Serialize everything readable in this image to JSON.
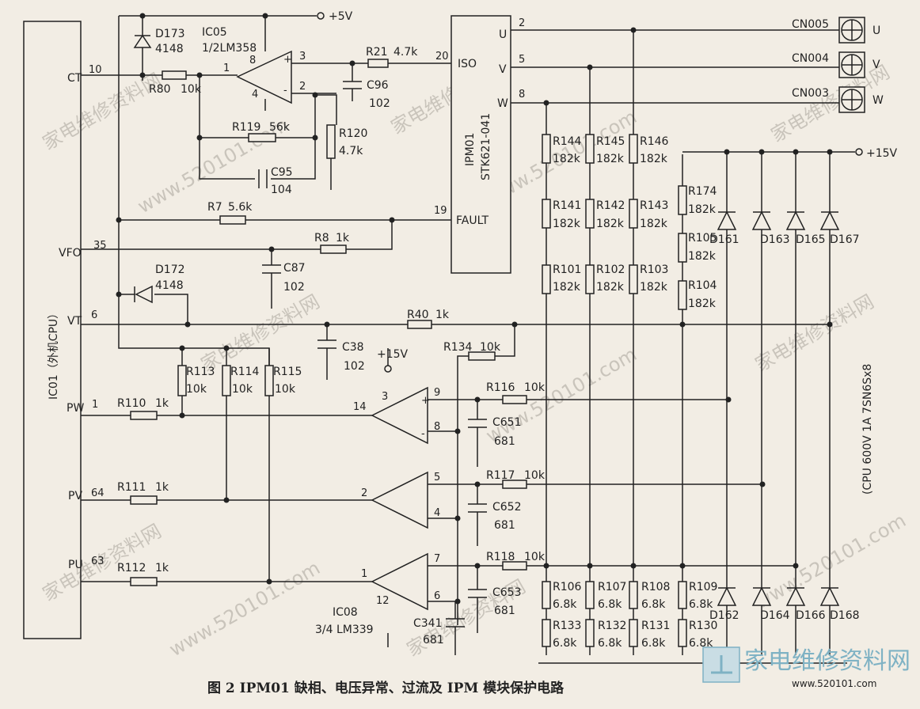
{
  "caption": "图 2 IPM01 缺相、电压异常、过流及 IPM 模块保护电路",
  "power": {
    "v5": "+5V",
    "v15_right": "+15V",
    "v15_comp": "+15V"
  },
  "cpu": {
    "label": "IC01（外机CPU）",
    "pins": [
      {
        "name": "CT",
        "num": "10"
      },
      {
        "name": "VFO",
        "num": "35"
      },
      {
        "name": "VT",
        "num": "6"
      },
      {
        "name": "PW",
        "num": "1"
      },
      {
        "name": "PV",
        "num": "64"
      },
      {
        "name": "PU",
        "num": "63"
      }
    ]
  },
  "ic05": {
    "name": "IC05",
    "part": "1/2LM358",
    "pins": [
      "8",
      "3",
      "1",
      "4",
      "2"
    ],
    "plus": "+",
    "minus": "-"
  },
  "ic08": {
    "name": "IC08",
    "part": "3/4 LM339",
    "pins": [
      "3",
      "14",
      "9",
      "8",
      "2",
      "5",
      "4",
      "1",
      "7",
      "6",
      "12"
    ]
  },
  "ipm": {
    "name": "IPM01",
    "part": "STK621-041",
    "pins": [
      {
        "name": "U",
        "num": "2"
      },
      {
        "name": "V",
        "num": "5"
      },
      {
        "name": "W",
        "num": "8"
      },
      {
        "name": "ISO",
        "num": "20"
      },
      {
        "name": "FAULT",
        "num": "19"
      }
    ]
  },
  "connectors": [
    {
      "name": "CN005",
      "phase": "U"
    },
    {
      "name": "CN004",
      "phase": "V"
    },
    {
      "name": "CN003",
      "phase": "W"
    }
  ],
  "parts": {
    "D173": [
      "D173",
      "4148"
    ],
    "D172": [
      "D172",
      "4148"
    ],
    "R80": [
      "R80",
      "10k"
    ],
    "R21": [
      "R21",
      "4.7k"
    ],
    "C96": [
      "C96",
      "102"
    ],
    "R119": [
      "R119",
      "56k"
    ],
    "R120": [
      "R120",
      "4.7k"
    ],
    "C95": [
      "C95",
      "104"
    ],
    "R7": [
      "R7",
      "5.6k"
    ],
    "R8": [
      "R8",
      "1k"
    ],
    "C87": [
      "C87",
      "102"
    ],
    "R40": [
      "R40",
      "1k"
    ],
    "C38": [
      "C38",
      "102"
    ],
    "R134": [
      "R134",
      "10k"
    ],
    "R113": [
      "R113",
      "10k"
    ],
    "R114": [
      "R114",
      "10k"
    ],
    "R115": [
      "R115",
      "10k"
    ],
    "R110": [
      "R110",
      "1k"
    ],
    "R111": [
      "R111",
      "1k"
    ],
    "R112": [
      "R112",
      "1k"
    ],
    "R116": [
      "R116",
      "10k"
    ],
    "R117": [
      "R117",
      "10k"
    ],
    "R118": [
      "R118",
      "10k"
    ],
    "C651": [
      "C651",
      "681"
    ],
    "C652": [
      "C652",
      "681"
    ],
    "C653": [
      "C653",
      "681"
    ],
    "C341": [
      "C341",
      "681"
    ],
    "R144": [
      "R144",
      "182k"
    ],
    "R145": [
      "R145",
      "182k"
    ],
    "R146": [
      "R146",
      "182k"
    ],
    "R141": [
      "R141",
      "182k"
    ],
    "R142": [
      "R142",
      "182k"
    ],
    "R143": [
      "R143",
      "182k"
    ],
    "R101": [
      "R101",
      "182k"
    ],
    "R102": [
      "R102",
      "182k"
    ],
    "R103": [
      "R103",
      "182k"
    ],
    "R174": [
      "R174",
      "182k"
    ],
    "R105": [
      "R105",
      "182k"
    ],
    "R104": [
      "R104",
      "182k"
    ],
    "R106": [
      "R106",
      "6.8k"
    ],
    "R107": [
      "R107",
      "6.8k"
    ],
    "R108": [
      "R108",
      "6.8k"
    ],
    "R109": [
      "R109",
      "6.8k"
    ],
    "R133": [
      "R133",
      "6.8k"
    ],
    "R132": [
      "R132",
      "6.8k"
    ],
    "R131": [
      "R131",
      "6.8k"
    ],
    "R130": [
      "R130",
      "6.8k"
    ]
  },
  "diodes_top": [
    "D161",
    "D163",
    "D165",
    "D167"
  ],
  "diodes_bottom": [
    "D162",
    "D164",
    "D166",
    "D168"
  ],
  "diode_note": "(CPU 600V 1A 7SN6Sx8",
  "watermarks": [
    "家电维修资料网",
    "www.520101.com"
  ],
  "logo": {
    "text": "家电维修资料网",
    "url": "www.520101.com"
  }
}
